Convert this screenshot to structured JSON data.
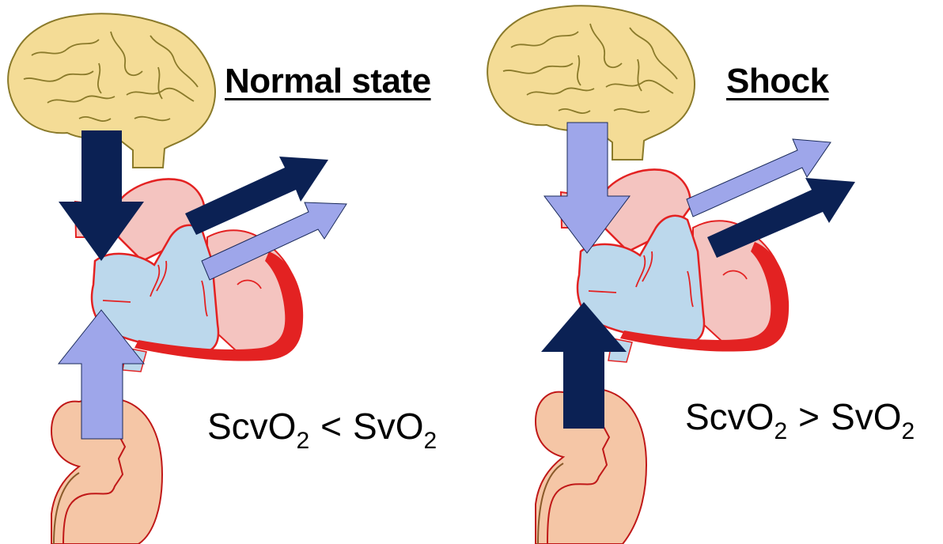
{
  "diagram": {
    "panels": [
      {
        "id": "normal",
        "title": "Normal state",
        "formula": {
          "left": "ScvO",
          "left_sub": "2",
          "operator": "<",
          "right": "SvO",
          "right_sub": "2"
        },
        "arrows": {
          "brain_to_heart": "dark",
          "kidney_to_heart": "light",
          "outflow_upper": "dark",
          "outflow_lower": "light"
        }
      },
      {
        "id": "shock",
        "title": "Shock",
        "formula": {
          "left": "ScvO",
          "left_sub": "2",
          "operator": ">",
          "right": "SvO",
          "right_sub": "2"
        },
        "arrows": {
          "brain_to_heart": "light",
          "kidney_to_heart": "dark",
          "outflow_upper": "light",
          "outflow_lower": "dark"
        }
      }
    ],
    "organs": [
      "brain-icon",
      "heart-icon",
      "kidney-icon"
    ],
    "colors": {
      "dark_arrow": "#0b2154",
      "light_arrow": "#9ea6ea",
      "brain_fill": "#f4dc96",
      "brain_stroke": "#8a7a2a",
      "heart_red": "#e32222",
      "heart_pink": "#f4c4c0",
      "heart_blue": "#bcd8ec",
      "kidney_fill": "#f5c6a6",
      "kidney_stroke": "#c01818"
    }
  }
}
